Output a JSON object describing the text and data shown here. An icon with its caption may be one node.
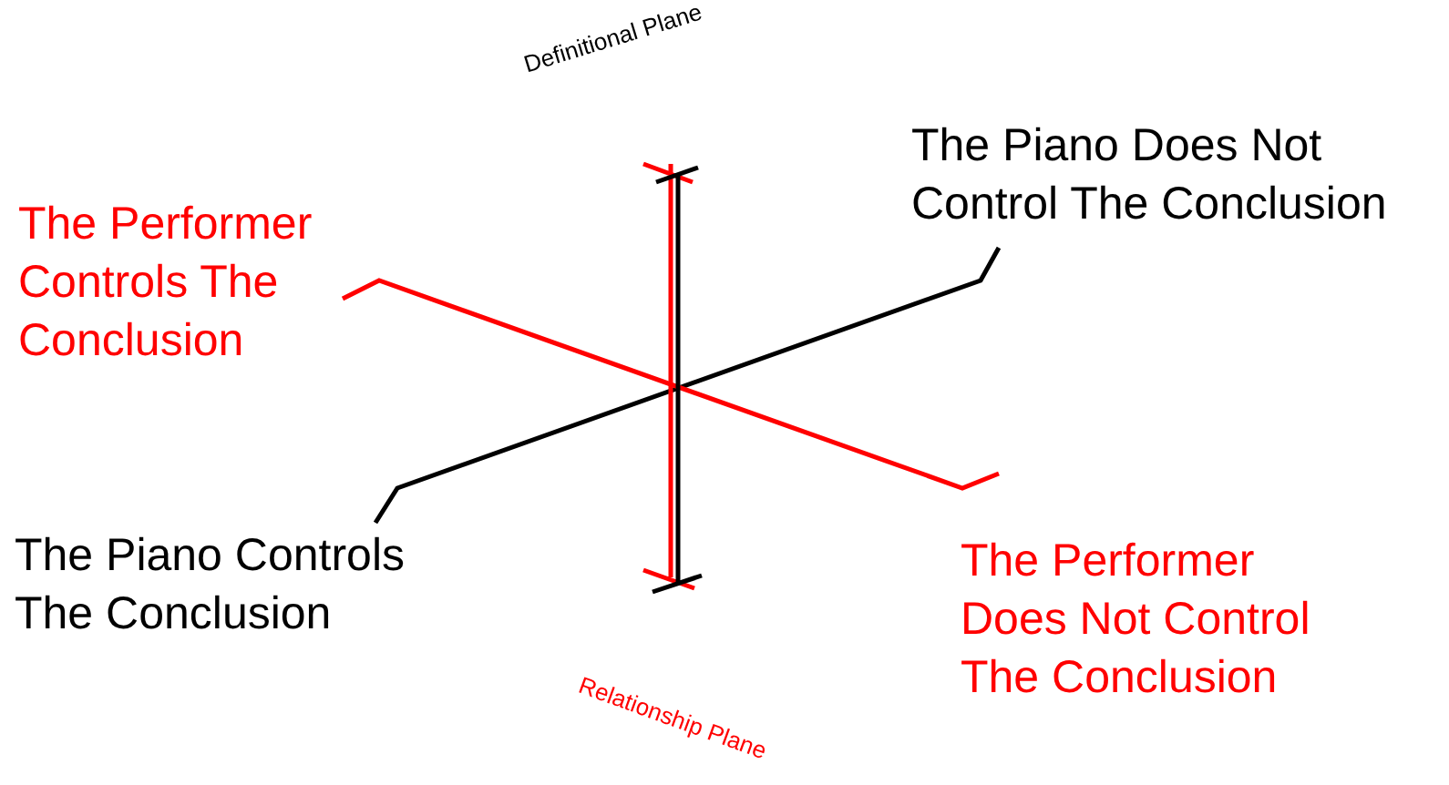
{
  "diagram": {
    "labels": [
      "Definitional Plane",
      "The Piano Does Not Control The Conclusion",
      "The Performer Controls The Conclusion",
      "The Piano Controls The Conclusion",
      "The Performer Does Not Control The Conclusion",
      "Relationship Plane"
    ]
  }
}
